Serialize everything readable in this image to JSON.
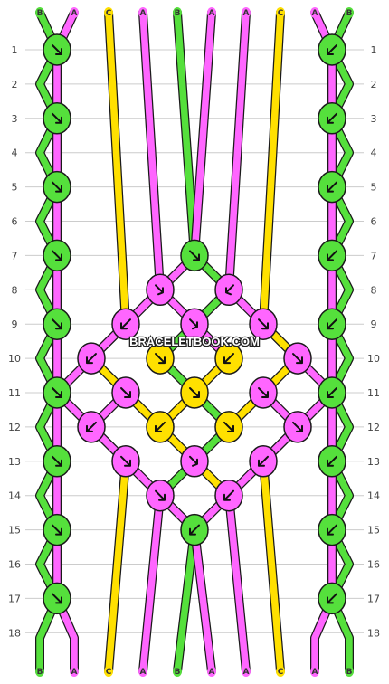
{
  "colors": {
    "green": "#55e03c",
    "pink": "#ff66ff",
    "yellow": "#ffe000",
    "outline": "#1a1a1a",
    "gridline": "#cccccc",
    "background": "#ffffff"
  },
  "strand_letters": [
    "B",
    "A",
    "C",
    "A",
    "B",
    "A",
    "A",
    "C",
    "A",
    "B"
  ],
  "strand_colors": [
    "green",
    "pink",
    "yellow",
    "pink",
    "green",
    "pink",
    "pink",
    "yellow",
    "pink",
    "green"
  ],
  "row_numbers": [
    "1",
    "2",
    "3",
    "4",
    "5",
    "6",
    "7",
    "8",
    "9",
    "10",
    "11",
    "12",
    "13",
    "14",
    "15",
    "16",
    "17",
    "18"
  ],
  "watermark": "BRACELETBOOK.COM",
  "knots": [
    {
      "row": 1,
      "pos": 0,
      "color": "green",
      "dir": "f"
    },
    {
      "row": 1,
      "pos": 8,
      "color": "green",
      "dir": "b"
    },
    {
      "row": 3,
      "pos": 0,
      "color": "green",
      "dir": "f"
    },
    {
      "row": 3,
      "pos": 8,
      "color": "green",
      "dir": "b"
    },
    {
      "row": 5,
      "pos": 0,
      "color": "green",
      "dir": "f"
    },
    {
      "row": 5,
      "pos": 8,
      "color": "green",
      "dir": "b"
    },
    {
      "row": 7,
      "pos": 0,
      "color": "green",
      "dir": "f"
    },
    {
      "row": 7,
      "pos": 4,
      "color": "green",
      "dir": "f"
    },
    {
      "row": 7,
      "pos": 8,
      "color": "green",
      "dir": "b"
    },
    {
      "row": 8,
      "pos": 3,
      "color": "pink",
      "dir": "fb"
    },
    {
      "row": 8,
      "pos": 5,
      "color": "pink",
      "dir": "bf"
    },
    {
      "row": 9,
      "pos": 0,
      "color": "green",
      "dir": "f"
    },
    {
      "row": 9,
      "pos": 2,
      "color": "pink",
      "dir": "b"
    },
    {
      "row": 9,
      "pos": 4,
      "color": "pink",
      "dir": "fb"
    },
    {
      "row": 9,
      "pos": 6,
      "color": "pink",
      "dir": "f"
    },
    {
      "row": 9,
      "pos": 8,
      "color": "green",
      "dir": "b"
    },
    {
      "row": 10,
      "pos": 1,
      "color": "pink",
      "dir": "b"
    },
    {
      "row": 10,
      "pos": 3,
      "color": "yellow",
      "dir": "f"
    },
    {
      "row": 10,
      "pos": 5,
      "color": "yellow",
      "dir": "b"
    },
    {
      "row": 10,
      "pos": 7,
      "color": "pink",
      "dir": "f"
    },
    {
      "row": 11,
      "pos": 0,
      "color": "green",
      "dir": "f"
    },
    {
      "row": 11,
      "pos": 2,
      "color": "pink",
      "dir": "f"
    },
    {
      "row": 11,
      "pos": 4,
      "color": "yellow",
      "dir": "f"
    },
    {
      "row": 11,
      "pos": 6,
      "color": "pink",
      "dir": "f"
    },
    {
      "row": 11,
      "pos": 8,
      "color": "green",
      "dir": "b"
    },
    {
      "row": 12,
      "pos": 1,
      "color": "pink",
      "dir": "b"
    },
    {
      "row": 12,
      "pos": 3,
      "color": "yellow",
      "dir": "b"
    },
    {
      "row": 12,
      "pos": 5,
      "color": "yellow",
      "dir": "f"
    },
    {
      "row": 12,
      "pos": 7,
      "color": "pink",
      "dir": "f"
    },
    {
      "row": 13,
      "pos": 0,
      "color": "green",
      "dir": "f"
    },
    {
      "row": 13,
      "pos": 2,
      "color": "pink",
      "dir": "f"
    },
    {
      "row": 13,
      "pos": 4,
      "color": "pink",
      "dir": "fb"
    },
    {
      "row": 13,
      "pos": 6,
      "color": "pink",
      "dir": "b"
    },
    {
      "row": 13,
      "pos": 8,
      "color": "green",
      "dir": "b"
    },
    {
      "row": 14,
      "pos": 3,
      "color": "pink",
      "dir": "f"
    },
    {
      "row": 14,
      "pos": 5,
      "color": "pink",
      "dir": "b"
    },
    {
      "row": 15,
      "pos": 0,
      "color": "green",
      "dir": "f"
    },
    {
      "row": 15,
      "pos": 4,
      "color": "green",
      "dir": "b"
    },
    {
      "row": 15,
      "pos": 8,
      "color": "green",
      "dir": "b"
    },
    {
      "row": 17,
      "pos": 0,
      "color": "green",
      "dir": "f"
    },
    {
      "row": 17,
      "pos": 8,
      "color": "green",
      "dir": "b"
    }
  ]
}
